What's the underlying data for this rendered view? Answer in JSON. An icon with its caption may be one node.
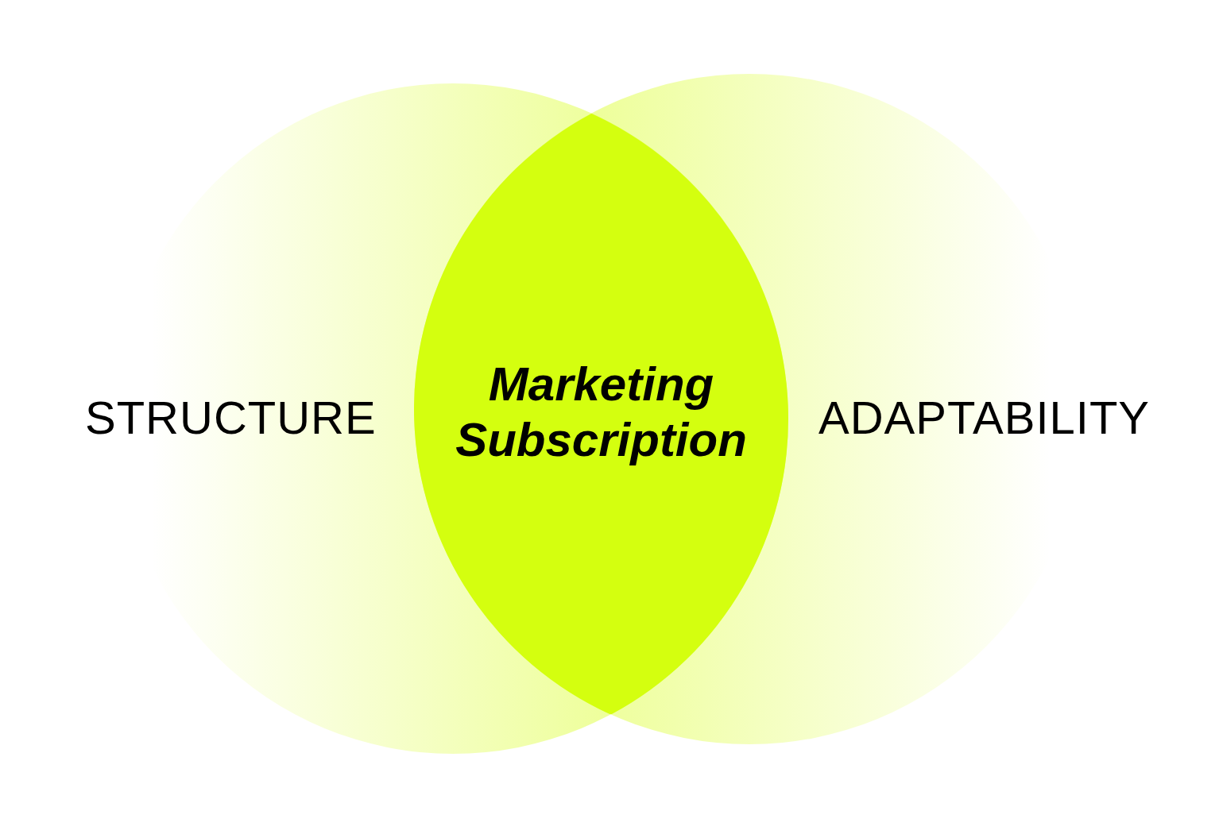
{
  "diagram": {
    "nodes": [
      {
        "text": [
          "STRUCTURE"
        ]
      },
      {
        "text": [
          "ADAPTABILITY"
        ]
      },
      {
        "text": [
          "Marketing Subscription"
        ]
      }
    ]
  }
}
